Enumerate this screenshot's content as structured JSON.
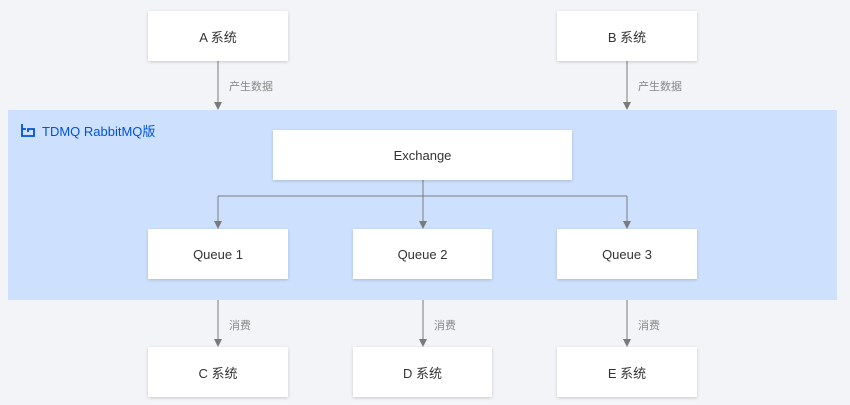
{
  "producers": [
    {
      "label": "A 系统"
    },
    {
      "label": "B 系统"
    }
  ],
  "produce_label": "产生数据",
  "region": {
    "title": "TDMQ RabbitMQ版",
    "title_color": "#0052d9",
    "background": "#cde1ff"
  },
  "exchange": {
    "label": "Exchange"
  },
  "queues": [
    {
      "label": "Queue 1"
    },
    {
      "label": "Queue 2"
    },
    {
      "label": "Queue 3"
    }
  ],
  "consume_label": "消费",
  "consumers": [
    {
      "label": "C 系统"
    },
    {
      "label": "D 系统"
    },
    {
      "label": "E 系统"
    }
  ],
  "colors": {
    "canvas": "#f3f4f8",
    "box": "#ffffff",
    "arrow": "#7a7a7a",
    "text": "#333333",
    "label": "#888888"
  }
}
